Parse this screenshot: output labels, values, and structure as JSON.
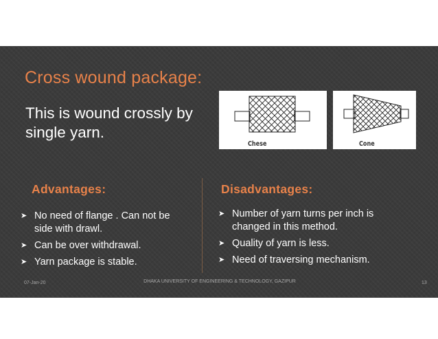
{
  "slide": {
    "title": "Cross wound package:",
    "intro": "This is wound crossly by single yarn.",
    "figures": [
      {
        "label": "Chese"
      },
      {
        "label": "Cone"
      }
    ],
    "advantages": {
      "heading": "Advantages:",
      "items": [
        "No need of flange . Can not be side with drawl.",
        "Can be over withdrawal.",
        "Yarn package is stable."
      ]
    },
    "disadvantages": {
      "heading": "Disadvantages:",
      "items": [
        "Number of yarn turns per inch is changed in this method.",
        "Quality of yarn is less.",
        "Need of traversing mechanism."
      ]
    },
    "footer": {
      "date": "07-Jan-20",
      "institution": "DHAKA UNIVERSITY OF ENGINEERING & TECHNOLOGY, GAZIPUR",
      "page_number": "13"
    }
  },
  "colors": {
    "accent": "#e8824a",
    "background": "#3b3b3b",
    "text": "#ffffff"
  }
}
